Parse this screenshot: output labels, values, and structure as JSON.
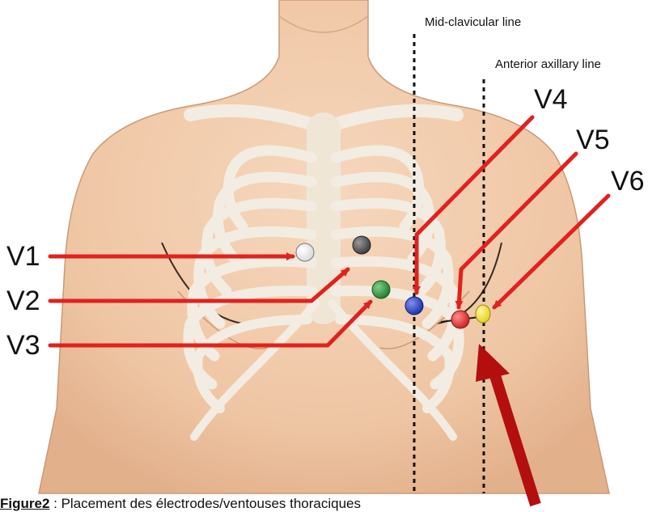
{
  "guides": {
    "mid_clavicular": "Mid-clavicular line",
    "anterior_axillary": "Anterior axillary line"
  },
  "leads": {
    "v1": "V1",
    "v2": "V2",
    "v3": "V3",
    "v4": "V4",
    "v5": "V5",
    "v6": "V6"
  },
  "electrode_colors": {
    "v1": "#d9d9d9",
    "v2": "#3a3a3a",
    "v3": "#1f7a2a",
    "v4": "#1a2fa8",
    "v5": "#c81f1f",
    "v6": "#e2d21a"
  },
  "caption": {
    "ref": "Figure2",
    "text": " : Placement des électrodes/ventouses thoraciques"
  }
}
